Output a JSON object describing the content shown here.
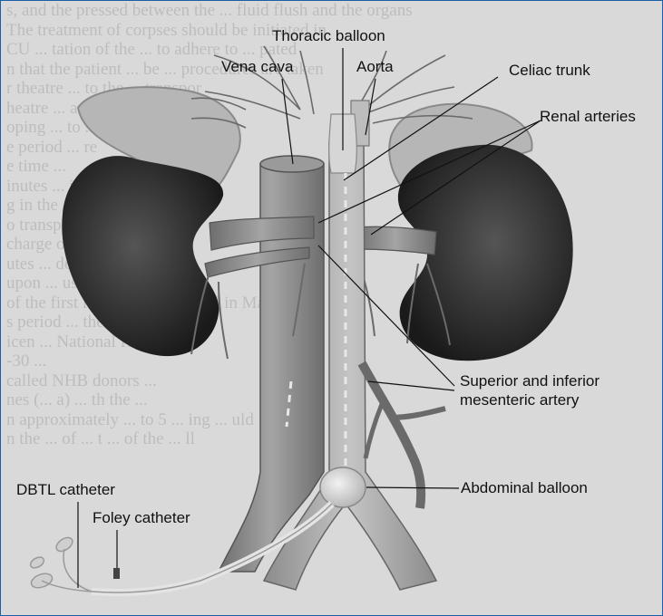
{
  "labels": {
    "thoracic_balloon": "Thoracic balloon",
    "vena_cava": "Vena cava",
    "aorta": "Aorta",
    "celiac_trunk": "Celiac trunk",
    "renal_arteries": "Renal arteries",
    "mesenteric_line1": "Superior and inferior",
    "mesenteric_line2": "mesenteric artery",
    "abdominal_balloon": "Abdominal balloon",
    "dbtl_catheter": "DBTL catheter",
    "foley_catheter": "Foley catheter"
  },
  "background_text": [
    "s, and the pressed between the ... fluid flush and the organs",
    "The treatment of corpses should be initiated in",
    "CU ... tation of the ... to adhere to ... pated",
    "n that the patient ... be ... procedures are taken",
    "r theatre ... to the ... transpor",
    "heatre ... are ... ted by",
    "oping ... to ... to",
    "e period ... re",
    "e time ...",
    "inutes ... is",
    "g in the ... t",
    "o transp ... d",
    "charge of ... ns",
    "utes ... ded",
    "upon ... used as signal",
    "of the first intervention ... ched in Maasti",
    "s period ... the secon",
    "icen ... National Health",
    "-30 ...",
    "called NHB donors ...",
    "nes (... a) ... th the ...",
    "n approximately ... to 5 ... ing ... uld",
    "n the ... of ... t ... of the ... ll"
  ],
  "colors": {
    "kidney": "#333333",
    "adrenal": "#b5b5b5",
    "vessel": "#8a8a8a",
    "frame_border": "#1a5fa8"
  }
}
